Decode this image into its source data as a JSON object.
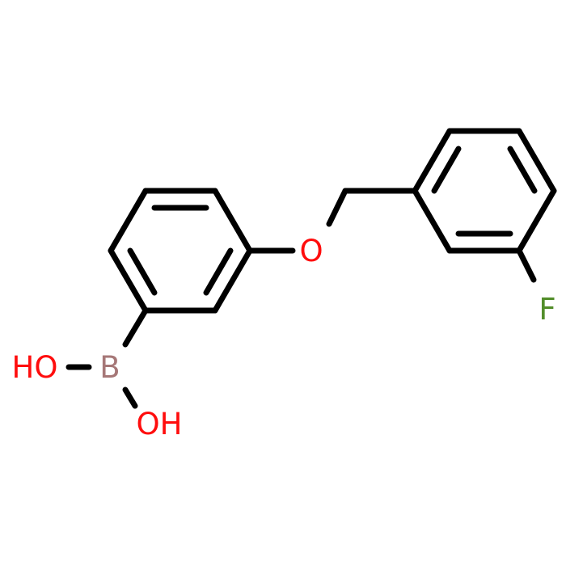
{
  "molecule": {
    "atoms": {
      "oxygen_ether": "O",
      "fluorine": "F",
      "boron": "B",
      "hydroxyl_left": "HO",
      "hydroxyl_bottom": "OH"
    },
    "colors": {
      "bond": "#000000",
      "oxygen": "#ff0d0d",
      "fluorine": "#538e2b",
      "boron": "#a67777",
      "background": "#ffffff"
    }
  }
}
